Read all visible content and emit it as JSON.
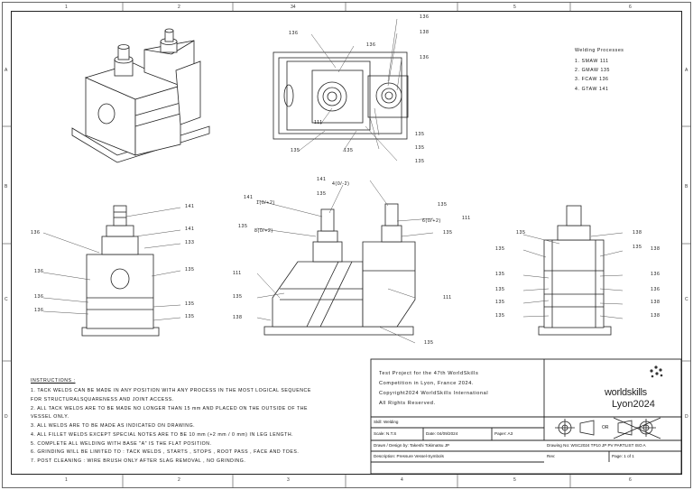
{
  "sheet": {
    "zones_top": [
      "1",
      "2",
      "34",
      "5",
      "6"
    ],
    "zones_bottom": [
      "1",
      "2",
      "3",
      "4",
      "5",
      "6"
    ],
    "zones_side": [
      "A",
      "B",
      "C",
      "D"
    ]
  },
  "welding_processes": {
    "title": "Welding Processes",
    "items": [
      "1. SMAW  111",
      "2. GMAW  135",
      "3. FCAW  136",
      "4. GTAW  141"
    ]
  },
  "weld_labels": {
    "top": [
      "136",
      "136",
      "136",
      "138",
      "136",
      "111",
      "135",
      "135",
      "135",
      "135",
      "135"
    ],
    "left": [
      "136",
      "136",
      "136",
      "136",
      "141",
      "141",
      "133",
      "135",
      "135",
      "135"
    ],
    "front": [
      "141",
      "1(0/+2)",
      "135",
      "135",
      "8(0/+2)",
      "111",
      "135",
      "138",
      "141",
      "4(0/-2)",
      "135",
      "111",
      "6(0/+2)",
      "135",
      "111",
      "135"
    ],
    "right": [
      "135",
      "135",
      "138",
      "135",
      "138",
      "135",
      "136",
      "135",
      "136",
      "135",
      "138",
      "135",
      "138"
    ]
  },
  "instructions": {
    "title": "INSTRUCTIONS :",
    "items": [
      "1. TACK WELDS CAN BE MADE IN ANY POSITION WITH ANY PROCESS IN THE MOST LOGICAL SEQUENCE",
      "FOR STRUCTURALSQUARENESS AND JOINT ACCESS.",
      "2. ALL TACK WELDS ARE TO BE MADE NO LONGER THAN 15 mm AND PLACED ON THE OUTSIDE OF THE",
      "VESSEL ONLY.",
      "3. ALL WELDS ARE TO BE MADE AS INDICATED ON DRAWING.",
      "4. ALL FILLET WELDS EXCEPT SPECIAL NOTES ARE TO BE 10 mm (+2 mm / 0 mm) IN LEG LENGTH.",
      "5. COMPLETE ALL WELDING WITH BASE \"A\" IS THE FLAT POSITION.",
      "6. GRINDING WILL BE LIMITED TO : TACK WELDS , STARTS , STOPS , ROOT PASS , FACE AND TOES.",
      "7. POST CLEANING : WIRE BRUSH ONLY AFTER SLAG REMOVAL , NO GRINDING."
    ]
  },
  "title_block": {
    "project_lines": [
      "Test Project for the 47th WorldSkills",
      "Competition in Lyon, France 2024.",
      "Copyright2024 WorldSkills International",
      "All Rights Reserved."
    ],
    "logo_top": "worldskills",
    "logo_bottom": "Lyon2024",
    "skill": "Skill: Welding",
    "scale": "Scale: N.T.S",
    "date": "Date: 04/09/2024",
    "paper": "Paper: A3",
    "drawn": "Drawn / Design by: Takeshi  Tokimatsu JP",
    "description": "Description: Pressure Vessel-Symbols",
    "or_label": "OR",
    "drawing_no": "Drawing No: WSC2024  TP10  JP PV  PARTLIST  ISO A",
    "rev": "Rev:",
    "page": "Page: 1 of 1"
  },
  "colors": {
    "ink": "#222222",
    "paper": "#ffffff",
    "light_line": "#777777"
  }
}
